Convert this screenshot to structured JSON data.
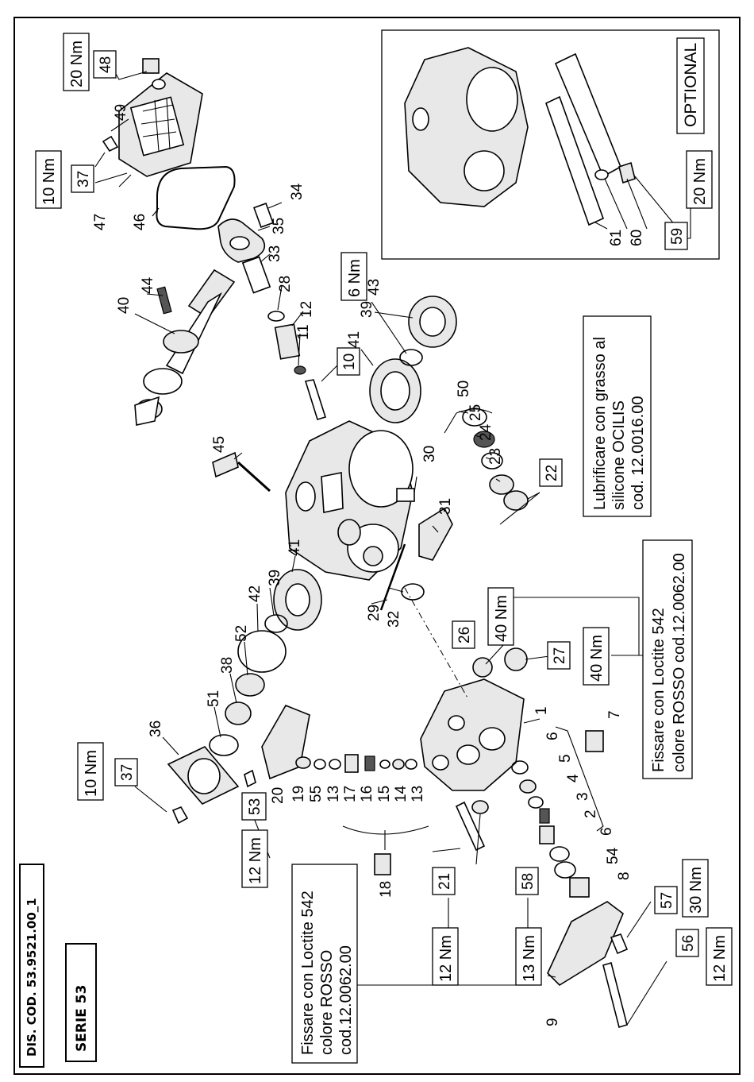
{
  "drawing_code": "DIS. COD. 53.9521.00_1",
  "series": "SERIE 53",
  "optional_label": "OPTIONAL",
  "notes": {
    "loctite_left": [
      "Fissare con Loctite 542",
      "colore ROSSO",
      "cod.12.0062.00"
    ],
    "loctite_right": [
      "Fissare con Loctite 542",
      "colore ROSSO cod.12.0062.00"
    ],
    "grease": [
      "Lubrificare con grasso al",
      "silicone OCILIS",
      "cod. 12.0016.00"
    ]
  },
  "torque_callouts": [
    {
      "part": "48",
      "torque": "20 Nm"
    },
    {
      "part": "37",
      "torque": "10 Nm"
    },
    {
      "part": "10",
      "torque": "6 Nm"
    },
    {
      "part": "37",
      "torque": "10 Nm"
    },
    {
      "part": "53",
      "torque": "12 Nm"
    },
    {
      "part": "26",
      "torque": "40 Nm"
    },
    {
      "part": "27",
      "torque": "40 Nm"
    },
    {
      "part": "21",
      "torque": "12 Nm"
    },
    {
      "part": "58",
      "torque": "13 Nm"
    },
    {
      "part": "57",
      "torque": "30 Nm"
    },
    {
      "part": "56",
      "torque": "12 Nm"
    },
    {
      "part": "59",
      "torque": "20 Nm"
    }
  ],
  "boxed_parts": [
    "22"
  ],
  "part_numbers": [
    "49",
    "47",
    "46",
    "34",
    "35",
    "33",
    "28",
    "12",
    "11",
    "44",
    "40",
    "39",
    "43",
    "41",
    "50",
    "25",
    "24",
    "23",
    "45",
    "30",
    "31",
    "29",
    "32",
    "41",
    "39",
    "42",
    "52",
    "38",
    "51",
    "36",
    "20",
    "19",
    "55",
    "13",
    "17",
    "16",
    "15",
    "14",
    "13",
    "18",
    "1",
    "6",
    "5",
    "4",
    "3",
    "2",
    "6",
    "54",
    "8",
    "7",
    "9",
    "61",
    "60"
  ]
}
